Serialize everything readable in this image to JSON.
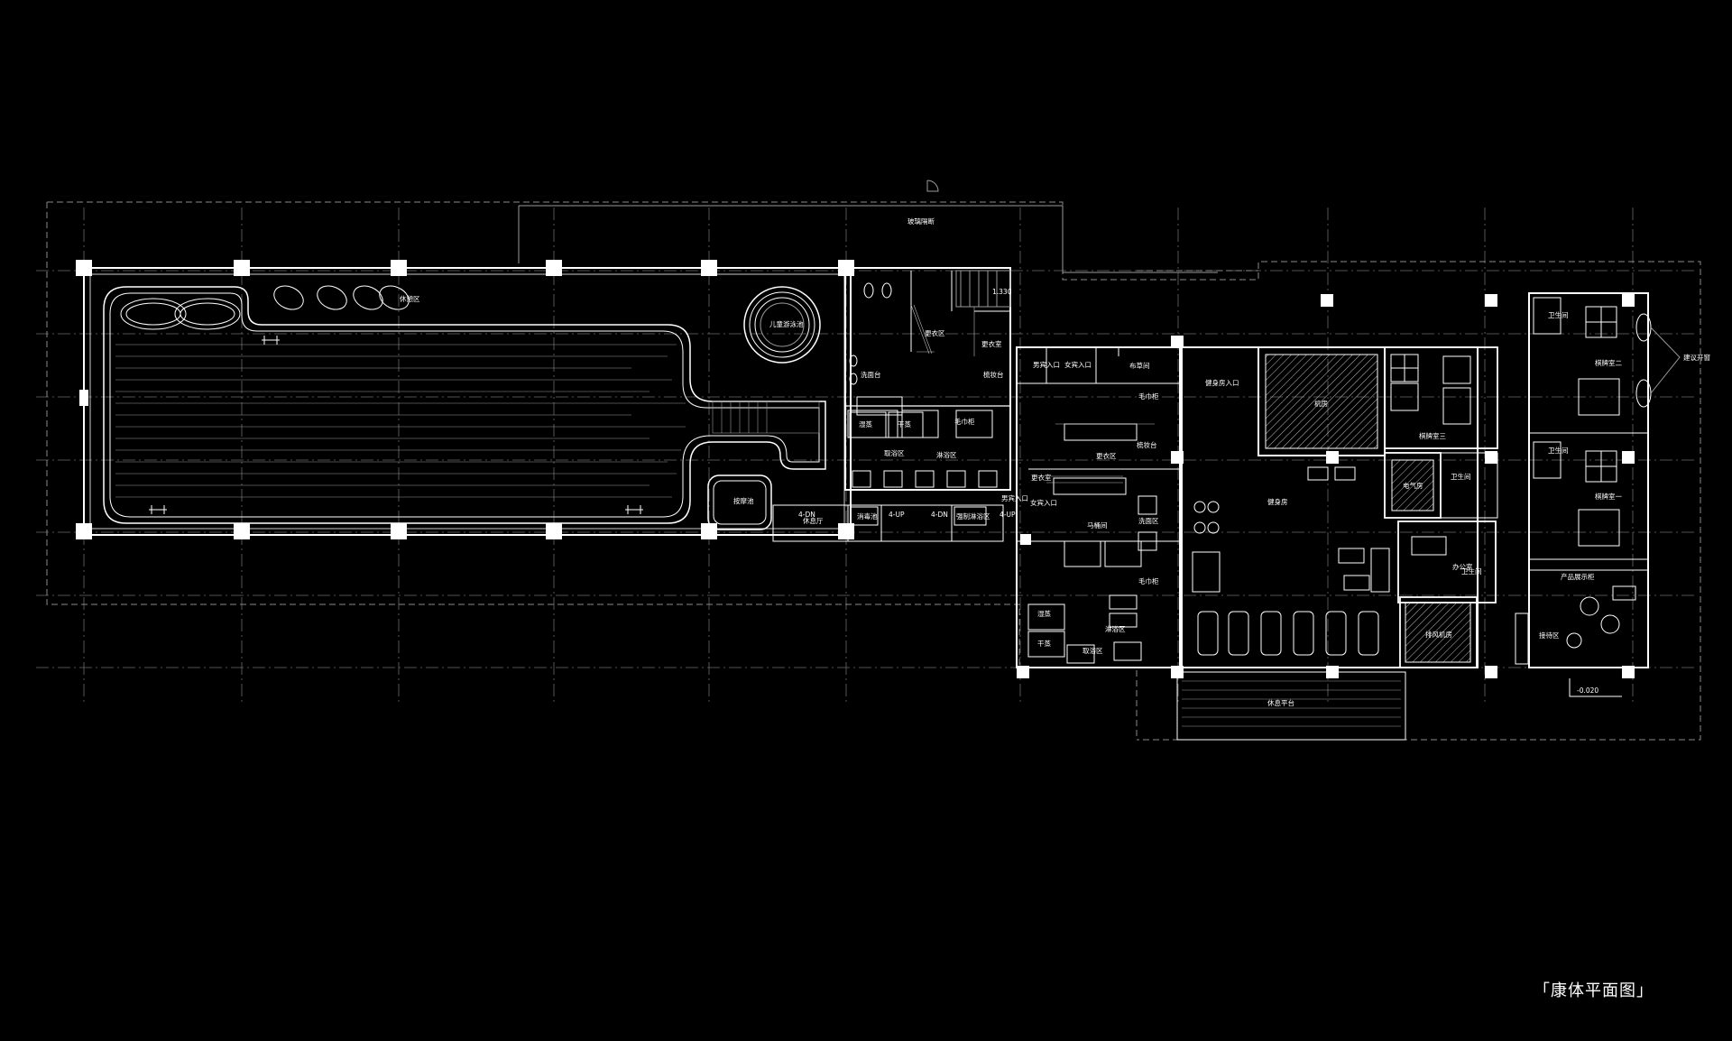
{
  "title": "「康体平面图」",
  "level_mark": "-0.020",
  "rooms": {
    "kids_pool": "儿童游泳池",
    "rest_area": "休憩区",
    "massage_pool": "按摩池",
    "lounge": "休息厅",
    "disinfect_pool": "消毒池",
    "cleaning": "强制淋浴区",
    "steps_dn_1": "4-DN",
    "steps_up_1": "4-UP",
    "steps_dn_2": "4-DN",
    "steps_up_2": "4-UP",
    "glass_partition": "玻璃隔断",
    "washbasin": "洗面台",
    "changing_left": "更衣区",
    "changing_room_left": "更衣室",
    "makeup_left": "梳妆台",
    "wet_sauna_left": "湿蒸",
    "dry_sauna_left": "干蒸",
    "towel_cabinet_left": "毛巾柜",
    "shower_left": "淋浴区",
    "rinse_left": "取浴区",
    "male_entry_top": "男宾入口",
    "female_entry_top": "女宾入口",
    "male_entry_side": "男宾入口",
    "female_entry_side": "女宾入口",
    "linen_room": "布草间",
    "towel_cabinet_mid": "毛巾柜",
    "makeup_mid": "梳妆台",
    "changing_mid": "更衣区",
    "changing_room_mid": "更衣室",
    "wash_area": "洗面区",
    "toilet": "马桶间",
    "towel_cabinet_mid2": "毛巾柜",
    "shower_mid": "淋浴区",
    "rinse_mid": "取浴区",
    "wet_sauna_mid": "湿蒸",
    "dry_sauna_mid": "干蒸",
    "gym_entry": "健身房入口",
    "gym": "健身房",
    "machine_room": "机房",
    "chess_room_3": "棋牌室三",
    "chess_room_2": "棋牌室二",
    "chess_room_1": "棋牌室一",
    "washroom_1": "卫生间",
    "washroom_2": "卫生间",
    "washroom_3": "卫生间",
    "washroom_4": "卫生间",
    "electrical_room": "电气房",
    "office": "办公室",
    "product_display": "产品展示柜",
    "reception": "接待区",
    "exhaust_room": "排风机房",
    "deck": "休息平台",
    "window_note": "建议开窗",
    "stair_level": "1.330"
  },
  "colors": {
    "background": "#000000",
    "line": "#ffffff",
    "secondary": "#9a9a9a",
    "grid": "#6a6a6a"
  }
}
